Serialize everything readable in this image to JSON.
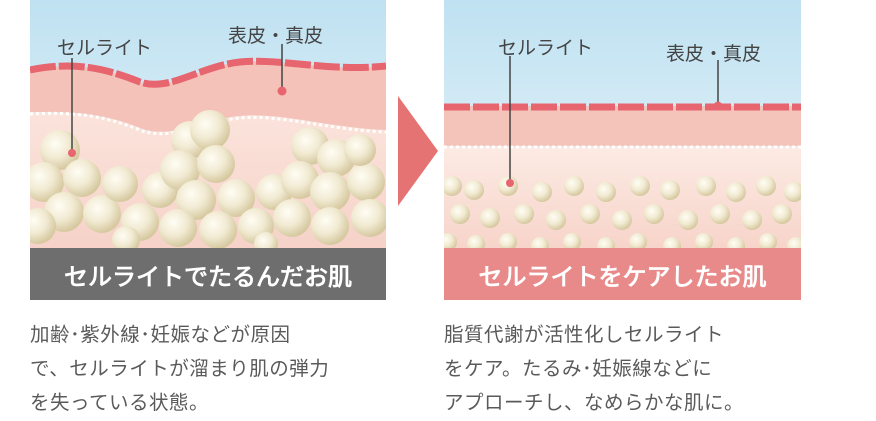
{
  "arrow_color": "#e57374",
  "panels": {
    "before": {
      "label_cellulite": "セルライト",
      "label_skin": "表皮・真皮",
      "caption": "セルライトでたるんだお肌",
      "caption_color": "#6e6e6e",
      "desc_lines": [
        "加齢･紫外線･妊娠などが原因",
        "で、セルライトが溜まり肌の弾力",
        "を失っている状態。"
      ]
    },
    "after": {
      "label_cellulite": "セルライト",
      "label_skin": "表皮・真皮",
      "caption": "セルライトをケアしたお肌",
      "caption_color": "#e8898a",
      "desc_lines": [
        "脂質代謝が活性化しセルライト",
        "をケア。たるみ･妊娠線などに",
        "アプローチし、なめらかな肌に。"
      ]
    }
  }
}
